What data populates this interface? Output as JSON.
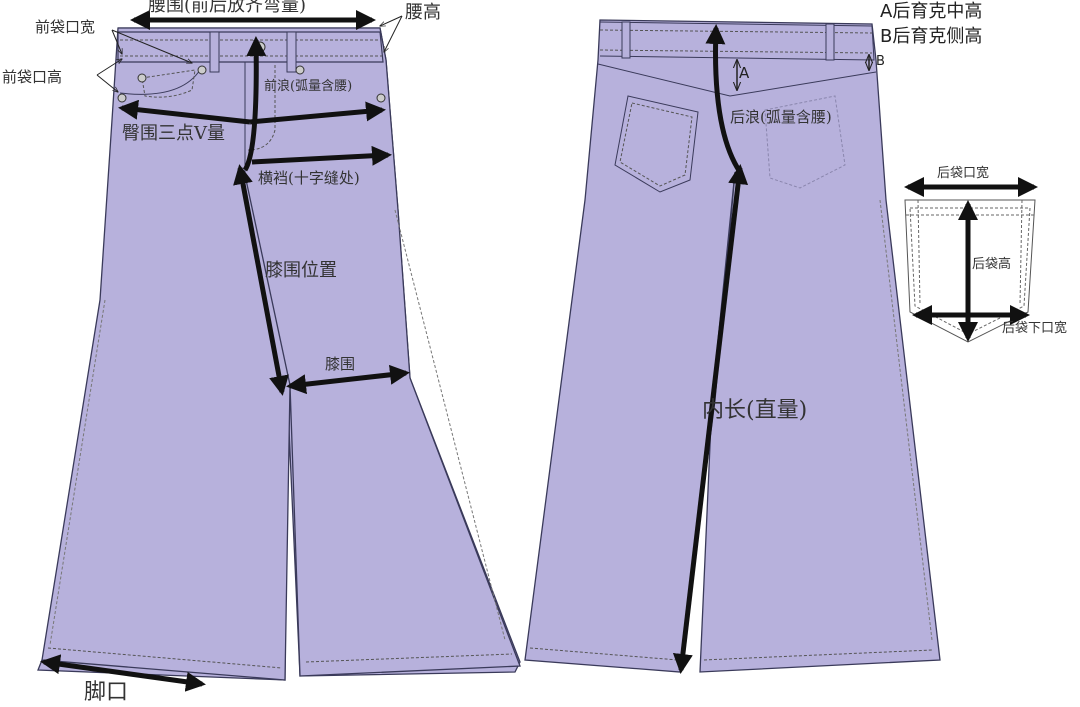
{
  "colors": {
    "fabric": "#b7b1dc",
    "outline": "#3a3a5a",
    "arrow": "#111111",
    "text": "#333333"
  },
  "front": {
    "waist": "腰围(前后放齐弯量)",
    "waist_height": "腰高",
    "front_pocket_width": "前袋口宽",
    "front_pocket_height": "前袋口高",
    "front_rise": "前浪(弧量含腰)",
    "hip": "臀围三点V量",
    "thigh": "横裆(十字缝处)",
    "knee_position": "膝围位置",
    "knee": "膝围",
    "leg_opening": "脚口"
  },
  "back": {
    "legend_a": "A后育克中高",
    "legend_b": "B后育克侧高",
    "marker_a": "A",
    "marker_b": "B",
    "back_rise": "后浪(弧量含腰)",
    "inseam": "内长(直量)"
  },
  "pocket": {
    "width": "后袋口宽",
    "height": "后袋高",
    "bottom_width": "后袋下口宽"
  }
}
